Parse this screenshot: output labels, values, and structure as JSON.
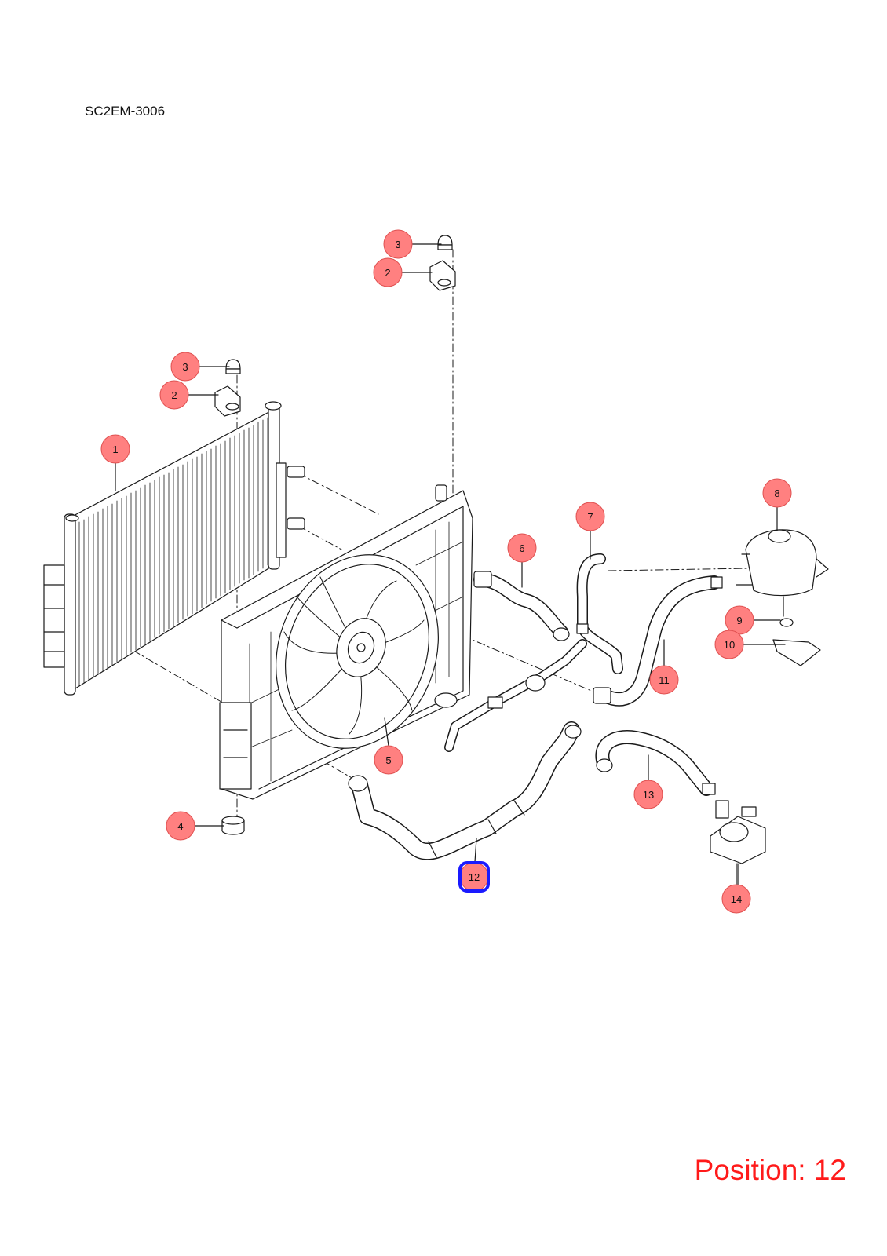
{
  "diagram_code": "SC2EM-3006",
  "position_text": "Position: 12",
  "selected_position": "12",
  "colors": {
    "callout_fill": "#ff8080",
    "callout_stroke": "#e05050",
    "selected_ring": "#1a1aff",
    "position_text": "#ff1a1a"
  },
  "callouts": [
    {
      "id": "c3a",
      "label": "3"
    },
    {
      "id": "c2a",
      "label": "2"
    },
    {
      "id": "c3b",
      "label": "3"
    },
    {
      "id": "c2b",
      "label": "2"
    },
    {
      "id": "c1",
      "label": "1"
    },
    {
      "id": "c4",
      "label": "4"
    },
    {
      "id": "c5",
      "label": "5"
    },
    {
      "id": "c6",
      "label": "6"
    },
    {
      "id": "c7",
      "label": "7"
    },
    {
      "id": "c8",
      "label": "8"
    },
    {
      "id": "c9",
      "label": "9"
    },
    {
      "id": "c10",
      "label": "10"
    },
    {
      "id": "c11",
      "label": "11"
    },
    {
      "id": "c12",
      "label": "12"
    },
    {
      "id": "c13",
      "label": "13"
    },
    {
      "id": "c14",
      "label": "14"
    }
  ]
}
